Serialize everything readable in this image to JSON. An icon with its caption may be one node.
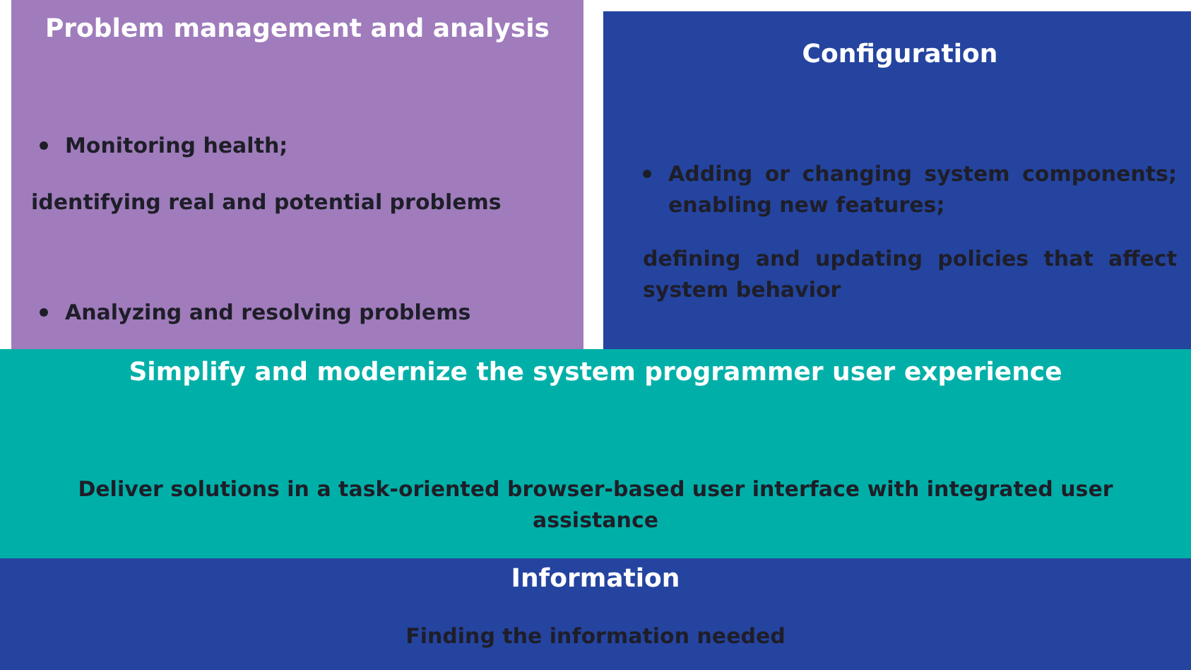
{
  "diagram": {
    "nodes": [
      {
        "text": [
          "Problem management and analysis",
          "Monitoring health;",
          "identifying real and potential problems",
          "Analyzing and resolving problems"
        ]
      },
      {
        "text": [
          "Configuration",
          "Adding or changing system components; enabling new features;",
          "defining and updating policies that affect system behavior"
        ]
      },
      {
        "text": [
          "Simplify and modernize the system programmer user experience",
          "Deliver solutions in a task-oriented browser-based user interface with integrated user assistance"
        ]
      },
      {
        "text": [
          "Information",
          "Finding the information needed"
        ]
      }
    ]
  }
}
